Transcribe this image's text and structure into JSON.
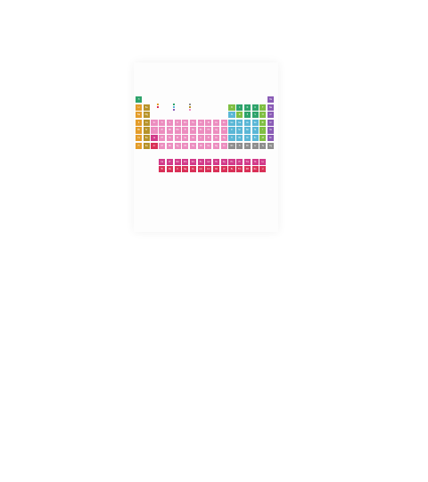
{
  "colors": {
    "nonmetal": "#2ea36b",
    "noble": "#8a5cb6",
    "alkali": "#e49d2a",
    "alkaline": "#b7932a",
    "transition": "#ec8dbf",
    "post": "#5ab7d6",
    "metalloid": "#7fbf43",
    "lanthanide": "#d23b8a",
    "actinide": "#d93057",
    "unknown": "#8e8e8e"
  },
  "elements": [
    {
      "sym": "H",
      "cat": "nonmetal",
      "row": 1,
      "col": 1
    },
    {
      "sym": "He",
      "cat": "noble",
      "row": 1,
      "col": 18
    },
    {
      "sym": "Li",
      "cat": "alkali",
      "row": 2,
      "col": 1
    },
    {
      "sym": "Be",
      "cat": "alkaline",
      "row": 2,
      "col": 2
    },
    {
      "sym": "B",
      "cat": "metalloid",
      "row": 2,
      "col": 13
    },
    {
      "sym": "C",
      "cat": "nonmetal",
      "row": 2,
      "col": 14
    },
    {
      "sym": "N",
      "cat": "nonmetal",
      "row": 2,
      "col": 15
    },
    {
      "sym": "O",
      "cat": "nonmetal",
      "row": 2,
      "col": 16
    },
    {
      "sym": "F",
      "cat": "metalloid",
      "row": 2,
      "col": 17
    },
    {
      "sym": "Ne",
      "cat": "noble",
      "row": 2,
      "col": 18
    },
    {
      "sym": "Na",
      "cat": "alkali",
      "row": 3,
      "col": 1
    },
    {
      "sym": "Mg",
      "cat": "alkaline",
      "row": 3,
      "col": 2
    },
    {
      "sym": "Al",
      "cat": "post",
      "row": 3,
      "col": 13
    },
    {
      "sym": "Si",
      "cat": "metalloid",
      "row": 3,
      "col": 14
    },
    {
      "sym": "P",
      "cat": "nonmetal",
      "row": 3,
      "col": 15
    },
    {
      "sym": "S",
      "cat": "nonmetal",
      "row": 3,
      "col": 16
    },
    {
      "sym": "Cl",
      "cat": "metalloid",
      "row": 3,
      "col": 17
    },
    {
      "sym": "Ar",
      "cat": "noble",
      "row": 3,
      "col": 18
    },
    {
      "sym": "K",
      "cat": "alkali",
      "row": 4,
      "col": 1
    },
    {
      "sym": "Ca",
      "cat": "alkaline",
      "row": 4,
      "col": 2
    },
    {
      "sym": "Sc",
      "cat": "transition",
      "row": 4,
      "col": 3
    },
    {
      "sym": "Ti",
      "cat": "transition",
      "row": 4,
      "col": 4
    },
    {
      "sym": "V",
      "cat": "transition",
      "row": 4,
      "col": 5
    },
    {
      "sym": "Cr",
      "cat": "transition",
      "row": 4,
      "col": 6
    },
    {
      "sym": "Mn",
      "cat": "transition",
      "row": 4,
      "col": 7
    },
    {
      "sym": "Fe",
      "cat": "transition",
      "row": 4,
      "col": 8
    },
    {
      "sym": "Co",
      "cat": "transition",
      "row": 4,
      "col": 9
    },
    {
      "sym": "Ni",
      "cat": "transition",
      "row": 4,
      "col": 10
    },
    {
      "sym": "Cu",
      "cat": "transition",
      "row": 4,
      "col": 11
    },
    {
      "sym": "Zn",
      "cat": "transition",
      "row": 4,
      "col": 12
    },
    {
      "sym": "Ga",
      "cat": "post",
      "row": 4,
      "col": 13
    },
    {
      "sym": "Ge",
      "cat": "post",
      "row": 4,
      "col": 14
    },
    {
      "sym": "As",
      "cat": "post",
      "row": 4,
      "col": 15
    },
    {
      "sym": "Se",
      "cat": "post",
      "row": 4,
      "col": 16
    },
    {
      "sym": "Br",
      "cat": "metalloid",
      "row": 4,
      "col": 17
    },
    {
      "sym": "Kr",
      "cat": "noble",
      "row": 4,
      "col": 18
    },
    {
      "sym": "Rb",
      "cat": "alkali",
      "row": 5,
      "col": 1
    },
    {
      "sym": "Sr",
      "cat": "alkaline",
      "row": 5,
      "col": 2
    },
    {
      "sym": "Y",
      "cat": "transition",
      "row": 5,
      "col": 3
    },
    {
      "sym": "Zr",
      "cat": "transition",
      "row": 5,
      "col": 4
    },
    {
      "sym": "Nb",
      "cat": "transition",
      "row": 5,
      "col": 5
    },
    {
      "sym": "Mo",
      "cat": "transition",
      "row": 5,
      "col": 6
    },
    {
      "sym": "Tc",
      "cat": "transition",
      "row": 5,
      "col": 7
    },
    {
      "sym": "Ru",
      "cat": "transition",
      "row": 5,
      "col": 8
    },
    {
      "sym": "Rh",
      "cat": "transition",
      "row": 5,
      "col": 9
    },
    {
      "sym": "Pd",
      "cat": "transition",
      "row": 5,
      "col": 10
    },
    {
      "sym": "Ag",
      "cat": "transition",
      "row": 5,
      "col": 11
    },
    {
      "sym": "Cd",
      "cat": "transition",
      "row": 5,
      "col": 12
    },
    {
      "sym": "In",
      "cat": "post",
      "row": 5,
      "col": 13
    },
    {
      "sym": "Sn",
      "cat": "post",
      "row": 5,
      "col": 14
    },
    {
      "sym": "Sb",
      "cat": "post",
      "row": 5,
      "col": 15
    },
    {
      "sym": "Te",
      "cat": "post",
      "row": 5,
      "col": 16
    },
    {
      "sym": "I",
      "cat": "metalloid",
      "row": 5,
      "col": 17
    },
    {
      "sym": "Xe",
      "cat": "noble",
      "row": 5,
      "col": 18
    },
    {
      "sym": "Cs",
      "cat": "alkali",
      "row": 6,
      "col": 1
    },
    {
      "sym": "Ba",
      "cat": "alkaline",
      "row": 6,
      "col": 2
    },
    {
      "sym": "La",
      "cat": "lanthanide",
      "row": 6,
      "col": 3
    },
    {
      "sym": "Hf",
      "cat": "transition",
      "row": 6,
      "col": 4
    },
    {
      "sym": "Ta",
      "cat": "transition",
      "row": 6,
      "col": 5
    },
    {
      "sym": "W",
      "cat": "transition",
      "row": 6,
      "col": 6
    },
    {
      "sym": "Re",
      "cat": "transition",
      "row": 6,
      "col": 7
    },
    {
      "sym": "Os",
      "cat": "transition",
      "row": 6,
      "col": 8
    },
    {
      "sym": "Ir",
      "cat": "transition",
      "row": 6,
      "col": 9
    },
    {
      "sym": "Pt",
      "cat": "transition",
      "row": 6,
      "col": 10
    },
    {
      "sym": "Au",
      "cat": "transition",
      "row": 6,
      "col": 11
    },
    {
      "sym": "Hg",
      "cat": "transition",
      "row": 6,
      "col": 12
    },
    {
      "sym": "Tl",
      "cat": "post",
      "row": 6,
      "col": 13
    },
    {
      "sym": "Pb",
      "cat": "post",
      "row": 6,
      "col": 14
    },
    {
      "sym": "Bi",
      "cat": "post",
      "row": 6,
      "col": 15
    },
    {
      "sym": "Po",
      "cat": "post",
      "row": 6,
      "col": 16
    },
    {
      "sym": "At",
      "cat": "metalloid",
      "row": 6,
      "col": 17
    },
    {
      "sym": "Rn",
      "cat": "noble",
      "row": 6,
      "col": 18
    },
    {
      "sym": "Fr",
      "cat": "alkali",
      "row": 7,
      "col": 1
    },
    {
      "sym": "Ra",
      "cat": "alkaline",
      "row": 7,
      "col": 2
    },
    {
      "sym": "Ac",
      "cat": "actinide",
      "row": 7,
      "col": 3
    },
    {
      "sym": "Rf",
      "cat": "transition",
      "row": 7,
      "col": 4
    },
    {
      "sym": "Db",
      "cat": "transition",
      "row": 7,
      "col": 5
    },
    {
      "sym": "Sg",
      "cat": "transition",
      "row": 7,
      "col": 6
    },
    {
      "sym": "Bh",
      "cat": "transition",
      "row": 7,
      "col": 7
    },
    {
      "sym": "Hs",
      "cat": "transition",
      "row": 7,
      "col": 8
    },
    {
      "sym": "Mt",
      "cat": "transition",
      "row": 7,
      "col": 9
    },
    {
      "sym": "Ds",
      "cat": "transition",
      "row": 7,
      "col": 10
    },
    {
      "sym": "Rg",
      "cat": "transition",
      "row": 7,
      "col": 11
    },
    {
      "sym": "Cn",
      "cat": "transition",
      "row": 7,
      "col": 12
    },
    {
      "sym": "Nh",
      "cat": "unknown",
      "row": 7,
      "col": 13
    },
    {
      "sym": "Fl",
      "cat": "unknown",
      "row": 7,
      "col": 14
    },
    {
      "sym": "Mc",
      "cat": "unknown",
      "row": 7,
      "col": 15
    },
    {
      "sym": "Lv",
      "cat": "unknown",
      "row": 7,
      "col": 16
    },
    {
      "sym": "Ts",
      "cat": "unknown",
      "row": 7,
      "col": 17
    },
    {
      "sym": "Og",
      "cat": "unknown",
      "row": 7,
      "col": 18
    },
    {
      "sym": "Ce",
      "cat": "lanthanide",
      "row": 9,
      "col": 4
    },
    {
      "sym": "Pr",
      "cat": "lanthanide",
      "row": 9,
      "col": 5
    },
    {
      "sym": "Nd",
      "cat": "lanthanide",
      "row": 9,
      "col": 6
    },
    {
      "sym": "Pm",
      "cat": "lanthanide",
      "row": 9,
      "col": 7
    },
    {
      "sym": "Sm",
      "cat": "lanthanide",
      "row": 9,
      "col": 8
    },
    {
      "sym": "Eu",
      "cat": "lanthanide",
      "row": 9,
      "col": 9
    },
    {
      "sym": "Gd",
      "cat": "lanthanide",
      "row": 9,
      "col": 10
    },
    {
      "sym": "Tb",
      "cat": "lanthanide",
      "row": 9,
      "col": 11
    },
    {
      "sym": "Dy",
      "cat": "lanthanide",
      "row": 9,
      "col": 12
    },
    {
      "sym": "Ho",
      "cat": "lanthanide",
      "row": 9,
      "col": 13
    },
    {
      "sym": "Er",
      "cat": "lanthanide",
      "row": 9,
      "col": 14
    },
    {
      "sym": "Tm",
      "cat": "lanthanide",
      "row": 9,
      "col": 15
    },
    {
      "sym": "Yb",
      "cat": "lanthanide",
      "row": 9,
      "col": 16
    },
    {
      "sym": "Lu",
      "cat": "lanthanide",
      "row": 9,
      "col": 17
    },
    {
      "sym": "Th",
      "cat": "actinide",
      "row": 10,
      "col": 4
    },
    {
      "sym": "Pa",
      "cat": "actinide",
      "row": 10,
      "col": 5
    },
    {
      "sym": "U",
      "cat": "actinide",
      "row": 10,
      "col": 6
    },
    {
      "sym": "Np",
      "cat": "actinide",
      "row": 10,
      "col": 7
    },
    {
      "sym": "Pu",
      "cat": "actinide",
      "row": 10,
      "col": 8
    },
    {
      "sym": "Am",
      "cat": "actinide",
      "row": 10,
      "col": 9
    },
    {
      "sym": "Cm",
      "cat": "actinide",
      "row": 10,
      "col": 10
    },
    {
      "sym": "Bk",
      "cat": "actinide",
      "row": 10,
      "col": 11
    },
    {
      "sym": "Cf",
      "cat": "actinide",
      "row": 10,
      "col": 12
    },
    {
      "sym": "Es",
      "cat": "actinide",
      "row": 10,
      "col": 13
    },
    {
      "sym": "Fm",
      "cat": "actinide",
      "row": 10,
      "col": 14
    },
    {
      "sym": "Md",
      "cat": "actinide",
      "row": 10,
      "col": 15
    },
    {
      "sym": "No",
      "cat": "actinide",
      "row": 10,
      "col": 16
    },
    {
      "sym": "Lr",
      "cat": "actinide",
      "row": 10,
      "col": 17
    }
  ],
  "legend": [
    {
      "group": 1,
      "cats": [
        "alkali",
        "actinide"
      ]
    },
    {
      "group": 2,
      "cats": [
        "nonmetal",
        "post",
        "noble"
      ]
    },
    {
      "group": 3,
      "cats": [
        "unknown",
        "alkaline",
        "transition"
      ]
    }
  ]
}
